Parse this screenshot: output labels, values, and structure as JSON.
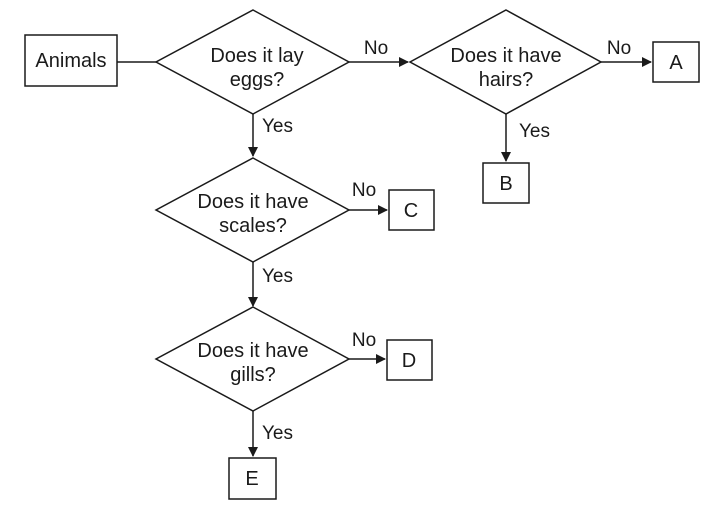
{
  "start": {
    "label": "Animals"
  },
  "questions": {
    "q1": {
      "line1": "Does it lay",
      "line2": "eggs?"
    },
    "q2": {
      "line1": "Does it have",
      "line2": "hairs?"
    },
    "q3": {
      "line1": "Does it have",
      "line2": "scales?"
    },
    "q4": {
      "line1": "Does it have",
      "line2": "gills?"
    }
  },
  "outcomes": {
    "a": "A",
    "b": "B",
    "c": "C",
    "d": "D",
    "e": "E"
  },
  "edge_labels": {
    "yes": "Yes",
    "no": "No"
  },
  "colors": {
    "stroke": "#1a1a1a",
    "fill": "#ffffff"
  }
}
